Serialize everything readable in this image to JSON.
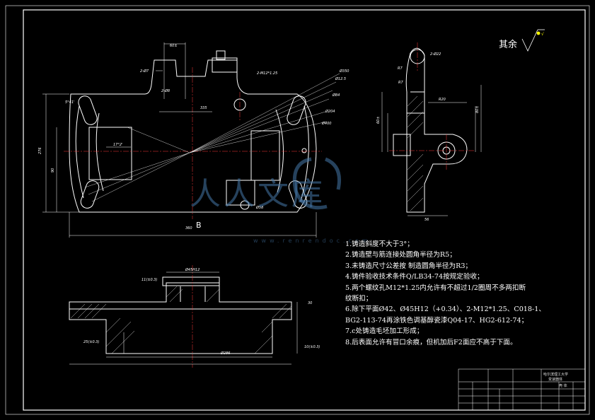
{
  "roughness_label": "其余",
  "section_label": "B",
  "watermark": {
    "text": "人人文库",
    "url": "www.renrendoc.com"
  },
  "notes": [
    "1.铸造斜度不大于3°；",
    "2.铸造壁与筋连接处圆角半径为R5；",
    "3.未铸造尺寸公差按    制造圆角半径为R3；",
    "4.铸件验收技术条件Q/LB34-74按规定验收；",
    "5.两个螺纹孔M12*1.25内允许有不超过1/2圈周不多两扣断",
    "纹断扣；",
    "6.除下平面Ø42、Ø45H12（+0.34）、2-M12*1.25、C018-1、",
    "BG2-113-74再涂铁色调基醇瓷漆Q04-17、HG2-612-74；",
    "7.c处铸造毛坯加工形成；",
    "8.后表面允许有冒口余痕，但机加后F2面应不高于下面。"
  ],
  "title_block": {
    "company": "哈尔滨理工大学",
    "drawing_name": "变速器体",
    "part": "壳 体"
  },
  "colors": {
    "background": "#000000",
    "line": "#ffffff",
    "center_line": "#ff3b3b",
    "dimension": "#ffffff",
    "accent": "#ffff00"
  }
}
